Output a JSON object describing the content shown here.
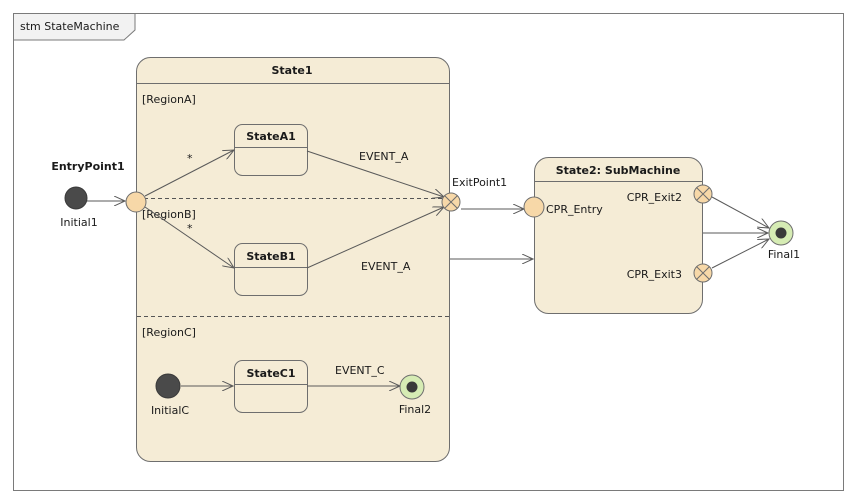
{
  "frame": {
    "title": "stm StateMachine"
  },
  "state1": {
    "title": "State1",
    "region_a": "[RegionA]",
    "region_b": "[RegionB]",
    "region_c": "[RegionC]",
    "state_a1": "StateA1",
    "state_b1": "StateB1",
    "state_c1": "StateC1"
  },
  "entry_point": {
    "label": "EntryPoint1"
  },
  "initial1": {
    "label": "Initial1"
  },
  "exit_point": {
    "label": "ExitPoint1"
  },
  "initial_c": {
    "label": "InitialC"
  },
  "final2": {
    "label": "Final2"
  },
  "state2": {
    "title": "State2: SubMachine",
    "cpr_entry": "CPR_Entry",
    "cpr_exit2": "CPR_Exit2",
    "cpr_exit3": "CPR_Exit3"
  },
  "final1": {
    "label": "Final1"
  },
  "transitions": {
    "to_a1_guard": "*",
    "to_b1_guard": "*",
    "a1_event": "EVENT_A",
    "b1_event": "EVENT_A",
    "c1_event": "EVENT_C"
  },
  "colors": {
    "state_fill": "#f5ecd6",
    "pseudo_fill": "#f7d8a8",
    "final_fill": "#d6ecb4",
    "initial_fill": "#4a4a4a",
    "line": "#5a5a5a"
  }
}
